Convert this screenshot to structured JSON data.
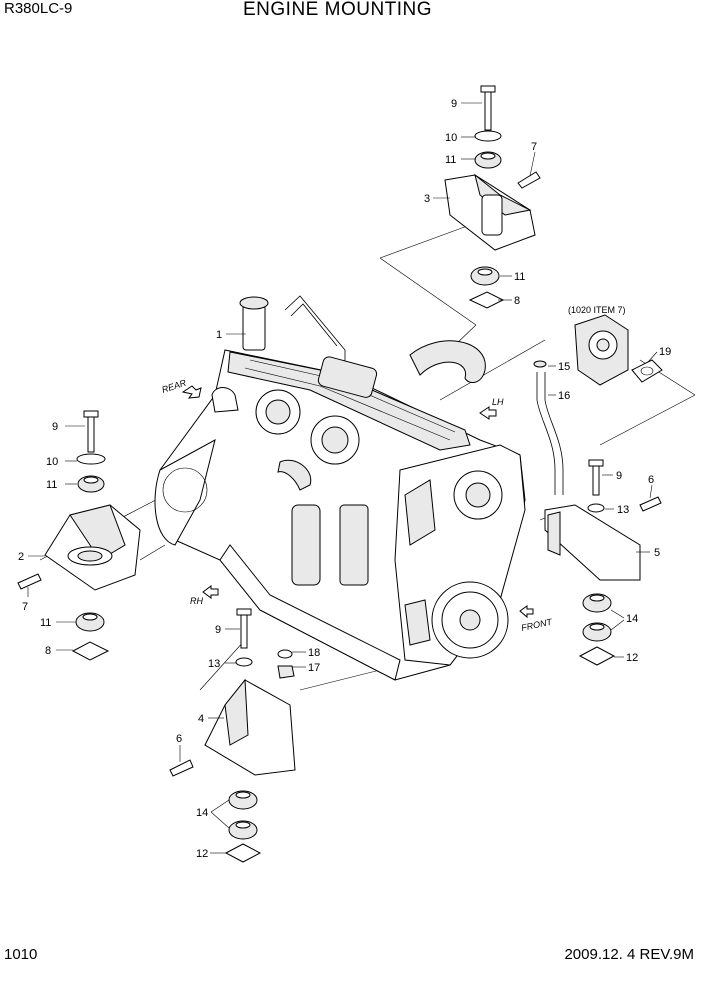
{
  "header": {
    "model": "R380LC-9",
    "title": "ENGINE MOUNTING"
  },
  "footer": {
    "page_number": "1010",
    "date_revision": "2009.12. 4  REV.9M"
  },
  "annotations": {
    "reference_note": "(1020 ITEM 7)",
    "direction_rear": "REAR",
    "direction_lh": "LH",
    "direction_rh": "RH",
    "direction_front": "FRONT"
  },
  "callouts": {
    "c1": "1",
    "c2": "2",
    "c3": "3",
    "c4": "4",
    "c5": "5",
    "c6a": "6",
    "c6b": "6",
    "c7a": "7",
    "c7b": "7",
    "c8a": "8",
    "c8b": "8",
    "c9a": "9",
    "c9b": "9",
    "c9c": "9",
    "c9d": "9",
    "c10a": "10",
    "c10b": "10",
    "c11a": "11",
    "c11b": "11",
    "c11c": "11",
    "c11d": "11",
    "c12a": "12",
    "c12b": "12",
    "c13a": "13",
    "c13b": "13",
    "c14a": "14",
    "c14b": "14",
    "c15": "15",
    "c16": "16",
    "c17": "17",
    "c18": "18",
    "c19": "19"
  }
}
